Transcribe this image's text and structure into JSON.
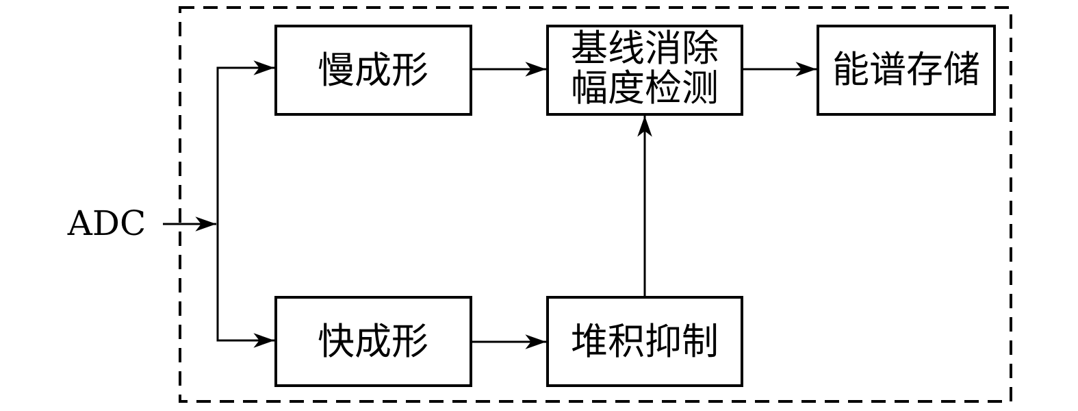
{
  "figure": {
    "source_label": "ADC",
    "nodes": {
      "slow_shaping": {
        "label": "慢成形"
      },
      "fast_shaping": {
        "label": "快成形"
      },
      "baseline_amplitude": {
        "line1": "基线消除",
        "line2": "幅度检测"
      },
      "pileup_rejection": {
        "label": "堆积抑制"
      },
      "spectrum_storage": {
        "label": "能谱存储"
      }
    },
    "edges": [
      {
        "from": "ADC",
        "to": "branch-point"
      },
      {
        "from": "branch-point",
        "to": "慢成形"
      },
      {
        "from": "branch-point",
        "to": "快成形"
      },
      {
        "from": "慢成形",
        "to": "基线消除幅度检测"
      },
      {
        "from": "基线消除幅度检测",
        "to": "能谱存储"
      },
      {
        "from": "快成形",
        "to": "堆积抑制"
      },
      {
        "from": "堆积抑制",
        "to": "基线消除幅度检测"
      }
    ],
    "colors": {
      "stroke": "#000000",
      "background": "#ffffff",
      "node_fill": "#ffffff"
    }
  }
}
